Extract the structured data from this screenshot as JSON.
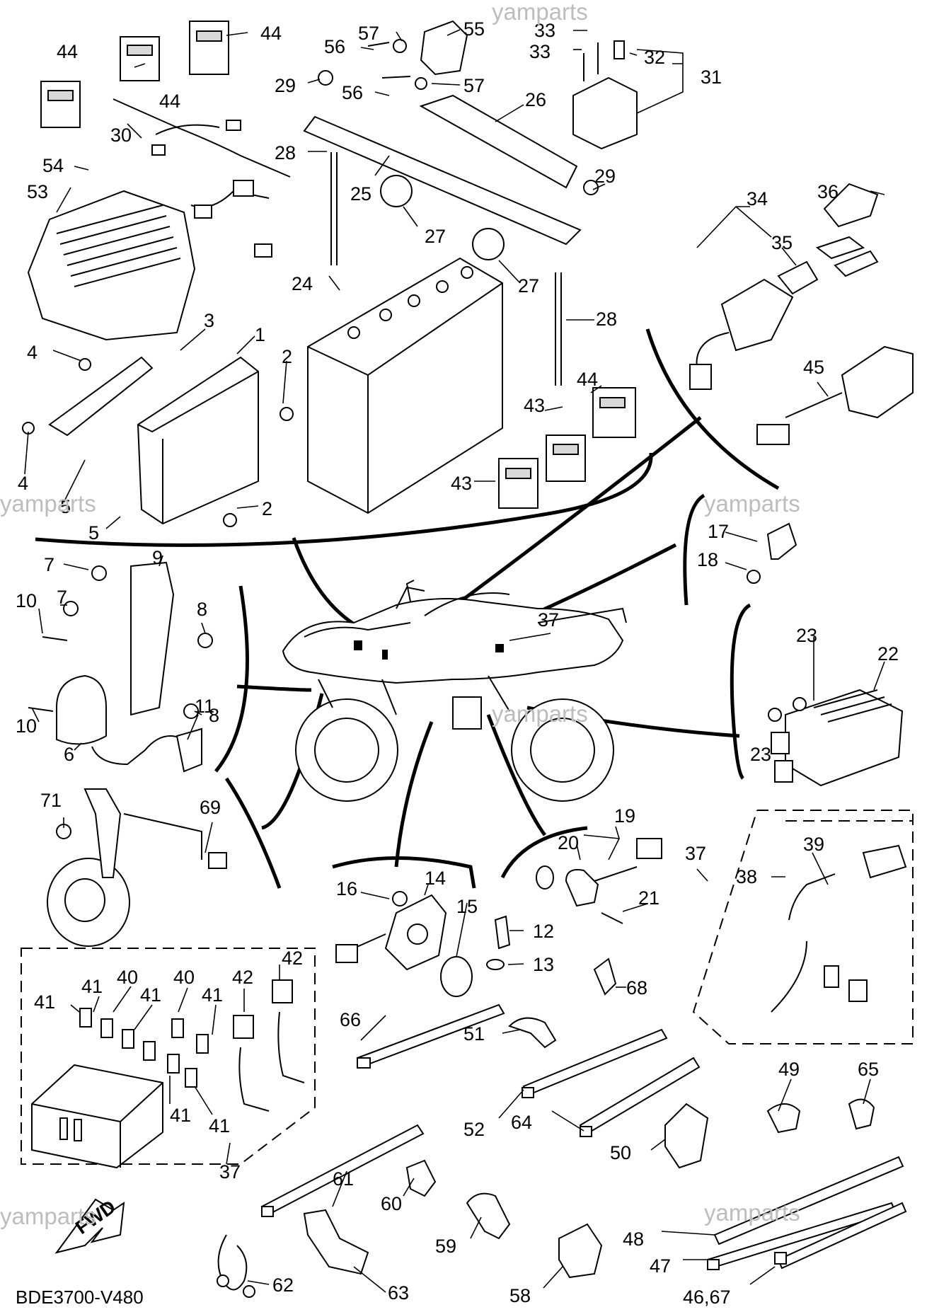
{
  "diagram_code": "BDE3700-V480",
  "watermark": "yamparts",
  "fwd_label": "FWD",
  "callouts": [
    "44",
    "44",
    "44",
    "57",
    "55",
    "33",
    "33",
    "32",
    "31",
    "56",
    "56",
    "57",
    "29",
    "26",
    "30",
    "28",
    "25",
    "29",
    "54",
    "53",
    "27",
    "27",
    "24",
    "28",
    "34",
    "36",
    "35",
    "3",
    "1",
    "4",
    "2",
    "45",
    "43",
    "44",
    "4",
    "5",
    "2",
    "43",
    "5",
    "17",
    "18",
    "7",
    "9",
    "8",
    "10",
    "7",
    "37",
    "23",
    "22",
    "8",
    "10",
    "11",
    "6",
    "23",
    "71",
    "69",
    "19",
    "20",
    "37",
    "16",
    "14",
    "15",
    "39",
    "38",
    "21",
    "12",
    "13",
    "42",
    "41",
    "40",
    "40",
    "42",
    "41",
    "41",
    "41",
    "68",
    "66",
    "51",
    "41",
    "41",
    "52",
    "64",
    "49",
    "65",
    "50",
    "37",
    "61",
    "60",
    "59",
    "48",
    "62",
    "63",
    "58",
    "47",
    "46,67"
  ]
}
